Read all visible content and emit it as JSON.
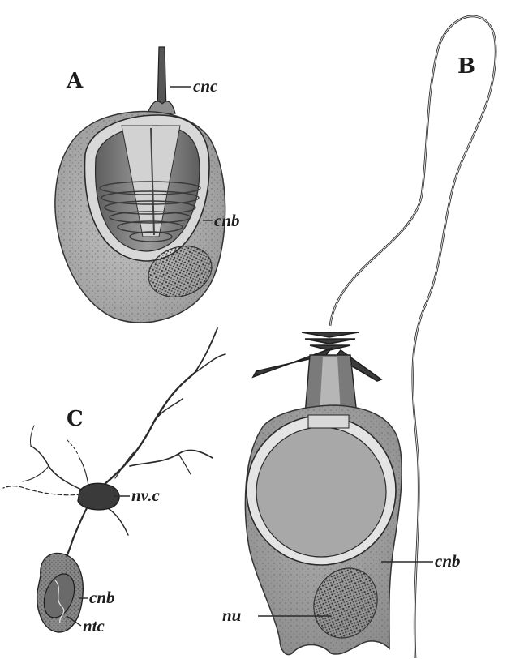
{
  "figure": {
    "panels": [
      {
        "id": "A",
        "letter": "A",
        "labels": {
          "cnc": "cnc",
          "cnb": "cnb"
        }
      },
      {
        "id": "B",
        "letter": "B",
        "labels": {
          "cnb": "cnb",
          "nu": "nu"
        }
      },
      {
        "id": "C",
        "letter": "C",
        "labels": {
          "nvc": "nv.c",
          "cnb": "cnb",
          "ntc": "ntc"
        }
      }
    ]
  },
  "colors": {
    "ink": "#1e1e1e",
    "cell_body": "#b8b8b8",
    "capsule_fill": "#a2a2a2",
    "capsule_cavity": "#808080",
    "background": "#ffffff"
  }
}
